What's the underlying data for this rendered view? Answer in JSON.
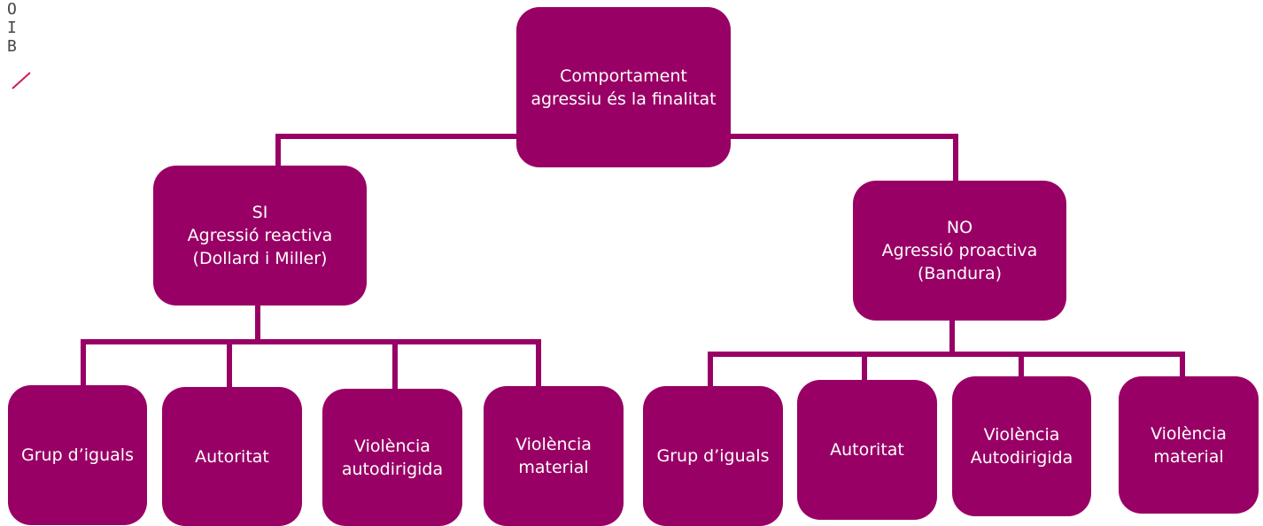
{
  "logo": {
    "letters": [
      "O",
      "I",
      "B"
    ],
    "accent_color": "#cc1f4c"
  },
  "colors": {
    "node_fill": "#990065",
    "connector": "#990065",
    "node_text": "#ffffff"
  },
  "diagram": {
    "root": {
      "lines": [
        "Comportament",
        "agressiu és la finalitat"
      ]
    },
    "branches": [
      {
        "lines": [
          "SI",
          "Agressió reactiva",
          "(Dollard i Miller)"
        ],
        "children": [
          {
            "lines": [
              "Grup d’iguals"
            ]
          },
          {
            "lines": [
              "Autoritat"
            ]
          },
          {
            "lines": [
              "Violència",
              "autodirigida"
            ]
          },
          {
            "lines": [
              "Violència",
              "material"
            ]
          }
        ]
      },
      {
        "lines": [
          "NO",
          "Agressió proactiva",
          "(Bandura)"
        ],
        "children": [
          {
            "lines": [
              "Grup d’iguals"
            ]
          },
          {
            "lines": [
              "Autoritat"
            ]
          },
          {
            "lines": [
              "Violència",
              "Autodirigida"
            ]
          },
          {
            "lines": [
              "Violència",
              "material"
            ]
          }
        ]
      }
    ]
  }
}
